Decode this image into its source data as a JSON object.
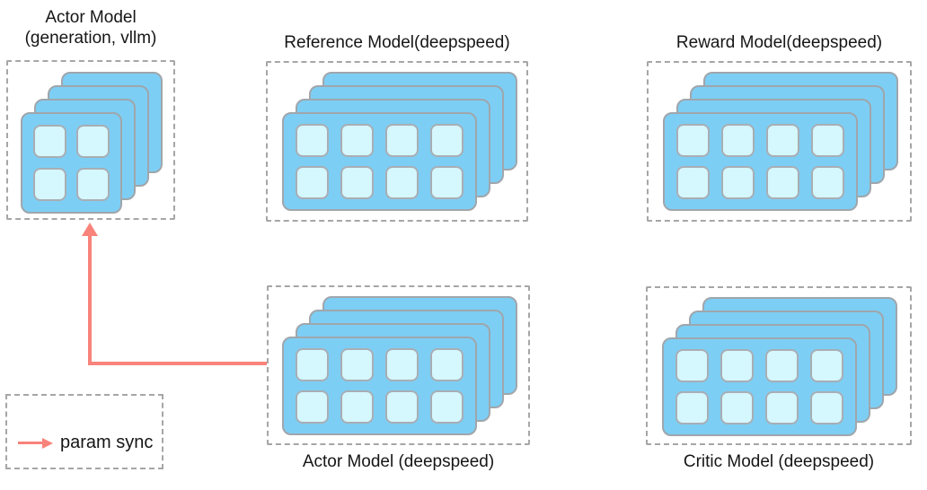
{
  "groups": {
    "actor_vllm": {
      "title_line1": "Actor Model",
      "title_line2": "(generation, vllm)",
      "stack": {
        "sheets": 4,
        "grid_rows": 2,
        "grid_cols": 2
      }
    },
    "reference": {
      "title": "Reference Model(deepspeed)",
      "stack": {
        "sheets": 4,
        "grid_rows": 2,
        "grid_cols": 4
      }
    },
    "reward": {
      "title": "Reward Model(deepspeed)",
      "stack": {
        "sheets": 4,
        "grid_rows": 2,
        "grid_cols": 4
      }
    },
    "actor_deepspeed": {
      "title": "Actor Model (deepspeed)",
      "stack": {
        "sheets": 4,
        "grid_rows": 2,
        "grid_cols": 4
      }
    },
    "critic": {
      "title": "Critic Model (deepspeed)",
      "stack": {
        "sheets": 4,
        "grid_rows": 2,
        "grid_cols": 4
      }
    }
  },
  "legend": {
    "label": "param sync"
  },
  "connections": [
    {
      "from": "actor_deepspeed",
      "to": "actor_vllm",
      "label": "param sync"
    }
  ],
  "colors": {
    "sheet_blue": "#7dcef4",
    "cell_cyan": "#d5f7fe",
    "sheet_border": "#9fa6ac",
    "dashed_border": "#a6a6a6",
    "arrow_salmon": "#f8837b",
    "text": "#161616"
  }
}
